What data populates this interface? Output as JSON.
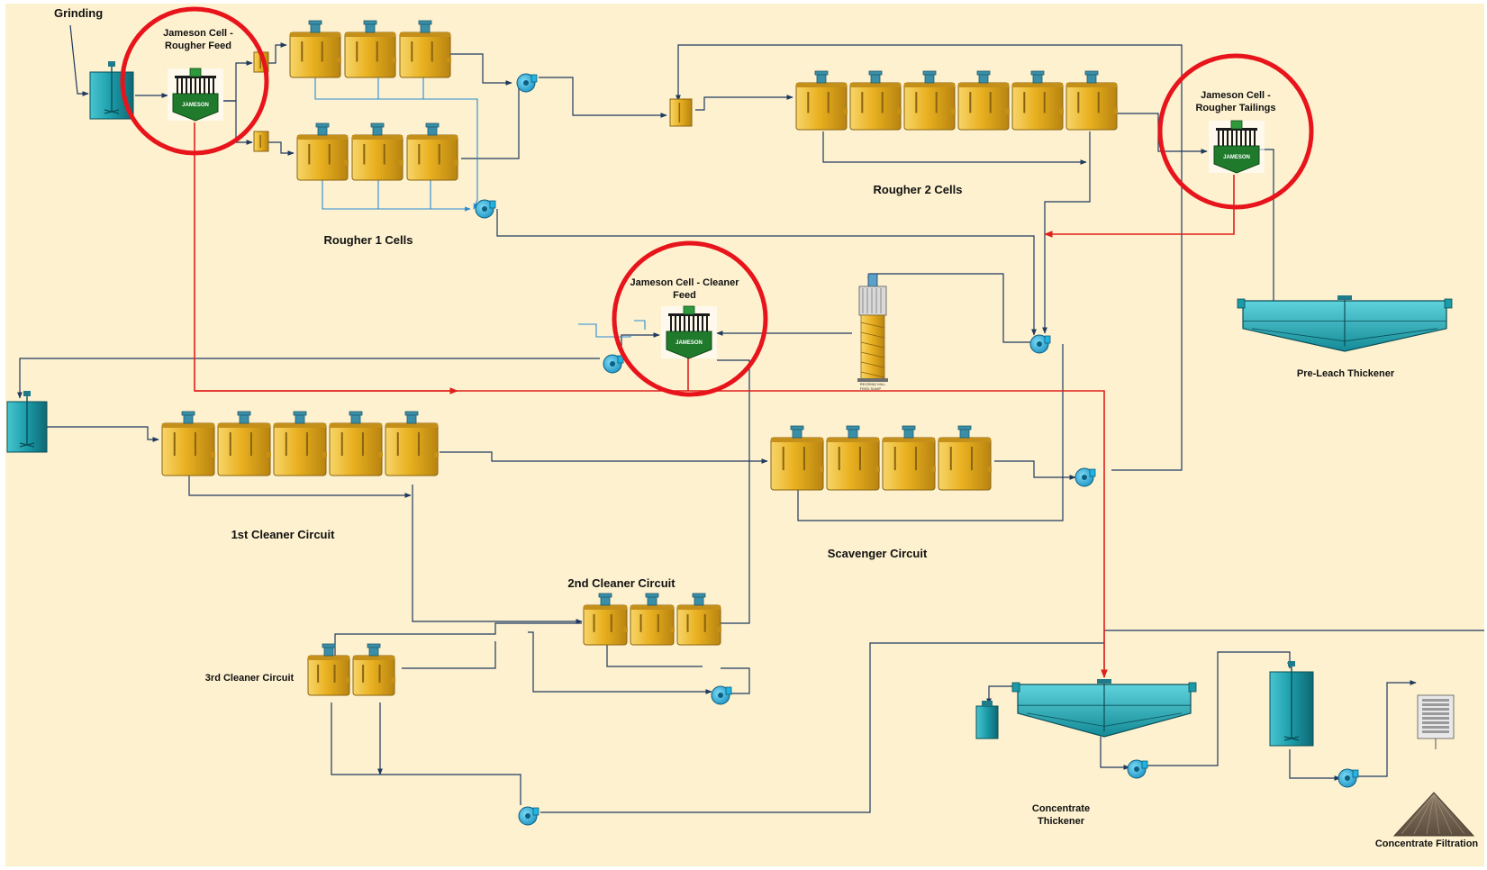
{
  "colors": {
    "background": "#fdf1cf",
    "flow_line": "#1f3a5f",
    "water_line": "#2a8bd6",
    "highlight_line": "#e0201b",
    "highlight_circle": "#e8141b",
    "cell_body": "#e9b120",
    "tank_body": "#1b9aa8",
    "jameson_green": "#1f7a2c",
    "pump": "#1fb5e0"
  },
  "labels": {
    "grinding": "Grinding",
    "jameson_rougher_feed": [
      "Jameson Cell -",
      "Rougher Feed"
    ],
    "jameson_rougher_tailings": [
      "Jameson Cell -",
      "Rougher Tailings"
    ],
    "jameson_cleaner_feed": [
      "Jameson Cell - Cleaner",
      "Feed"
    ],
    "rougher1": "Rougher 1 Cells",
    "rougher2": "Rougher 2 Cells",
    "pre_leach_thickener": "Pre-Leach Thickener",
    "first_cleaner": "1st Cleaner Circuit",
    "second_cleaner": "2nd Cleaner Circuit",
    "third_cleaner": "3rd Cleaner Circuit",
    "scavenger": "Scavenger Circuit",
    "concentrate_thickener": [
      "Concentrate",
      "Thickener"
    ],
    "concentrate_filtration": "Concentrate Filtration",
    "regrind_mill": [
      "REGRIND MILL",
      "FEED SUMP"
    ],
    "jameson_logo": "JAMESON"
  }
}
